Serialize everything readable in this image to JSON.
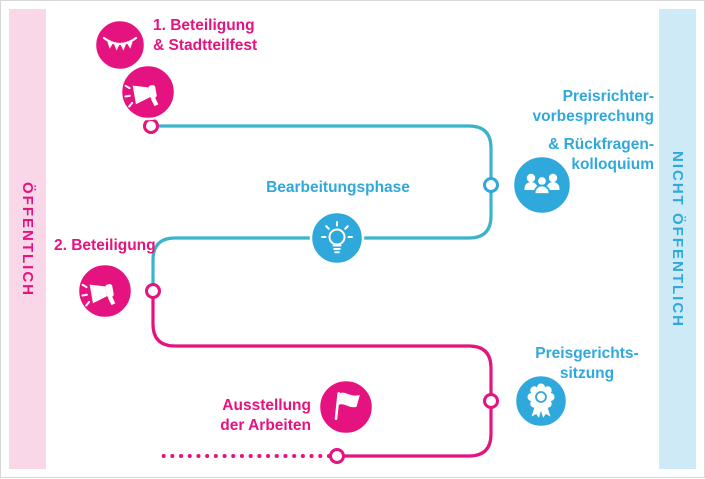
{
  "colors": {
    "pink": "#e5137f",
    "pink_light": "#f9d7e8",
    "blue": "#2fa9dc",
    "blue_light": "#cdeaf6",
    "teal": "#3bb3cb"
  },
  "lanes": {
    "left": {
      "label": "ÖFFENTLICH"
    },
    "right": {
      "label": "NICHT ÖFFENTLICH"
    }
  },
  "steps": {
    "beteiligung1": {
      "label": "1. Beteiligung\n& Stadtteilfest",
      "icons": [
        "garland-icon",
        "megaphone-icon"
      ],
      "lane": "öffentlich"
    },
    "preisrichter": {
      "label_top": "Preisrichter-\nvorbesprechung",
      "label_bottom": "& Rückfragen-\nkolloquium",
      "icon": "jury-people-icon",
      "lane": "nicht öffentlich"
    },
    "bearbeitungsphase": {
      "label": "Bearbeitungsphase",
      "icon": "lightbulb-icon",
      "lane": "nicht öffentlich"
    },
    "beteiligung2": {
      "label": "2. Beteiligung",
      "icon": "megaphone-icon",
      "lane": "öffentlich"
    },
    "preisgericht": {
      "label": "Preisgerichts-\nsitzung",
      "icon": "award-rosette-icon",
      "lane": "nicht öffentlich"
    },
    "ausstellung": {
      "label": "Ausstellung\nder Arbeiten",
      "icon": "flag-icon",
      "lane": "öffentlich"
    }
  }
}
